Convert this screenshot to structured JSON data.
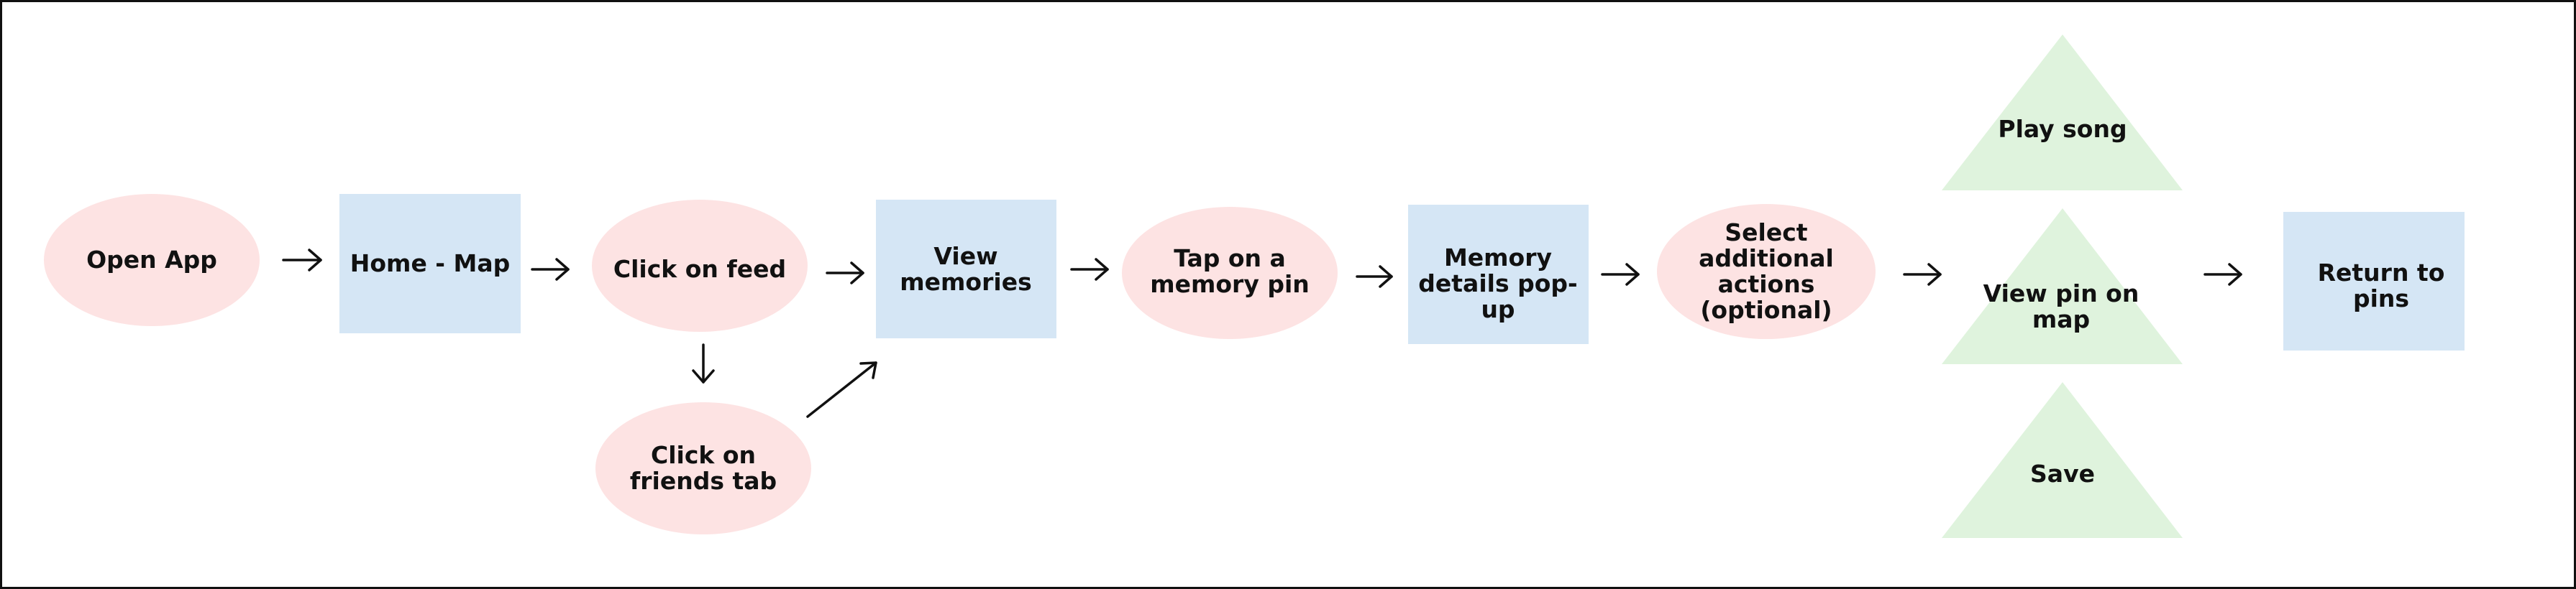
{
  "colors": {
    "start_fill": "#fde3e3",
    "screen_fill": "#d5e6f5",
    "action_fill": "#fde3e3",
    "option_fill": "#dff3dd",
    "line": "#111111"
  },
  "nodes": {
    "open_app": {
      "lines": [
        "Open App"
      ]
    },
    "home_map": {
      "lines": [
        "Home - Map"
      ]
    },
    "click_feed": {
      "lines": [
        "Click on feed"
      ]
    },
    "click_friends": {
      "lines": [
        "Click on",
        "friends tab"
      ]
    },
    "view_memories": {
      "lines": [
        "View",
        "memories"
      ]
    },
    "tap_pin": {
      "lines": [
        "Tap on a",
        "memory pin"
      ]
    },
    "memory_details": {
      "lines": [
        "Memory",
        "details pop-",
        "up"
      ]
    },
    "select_actions": {
      "lines": [
        "Select",
        "additional",
        "actions",
        "(optional)"
      ]
    },
    "play_song": {
      "lines": [
        "Play song"
      ]
    },
    "view_pin_map": {
      "lines": [
        "View pin on",
        "map"
      ]
    },
    "save": {
      "lines": [
        "Save"
      ]
    },
    "return_pins": {
      "lines": [
        "Return to",
        "pins"
      ]
    }
  }
}
